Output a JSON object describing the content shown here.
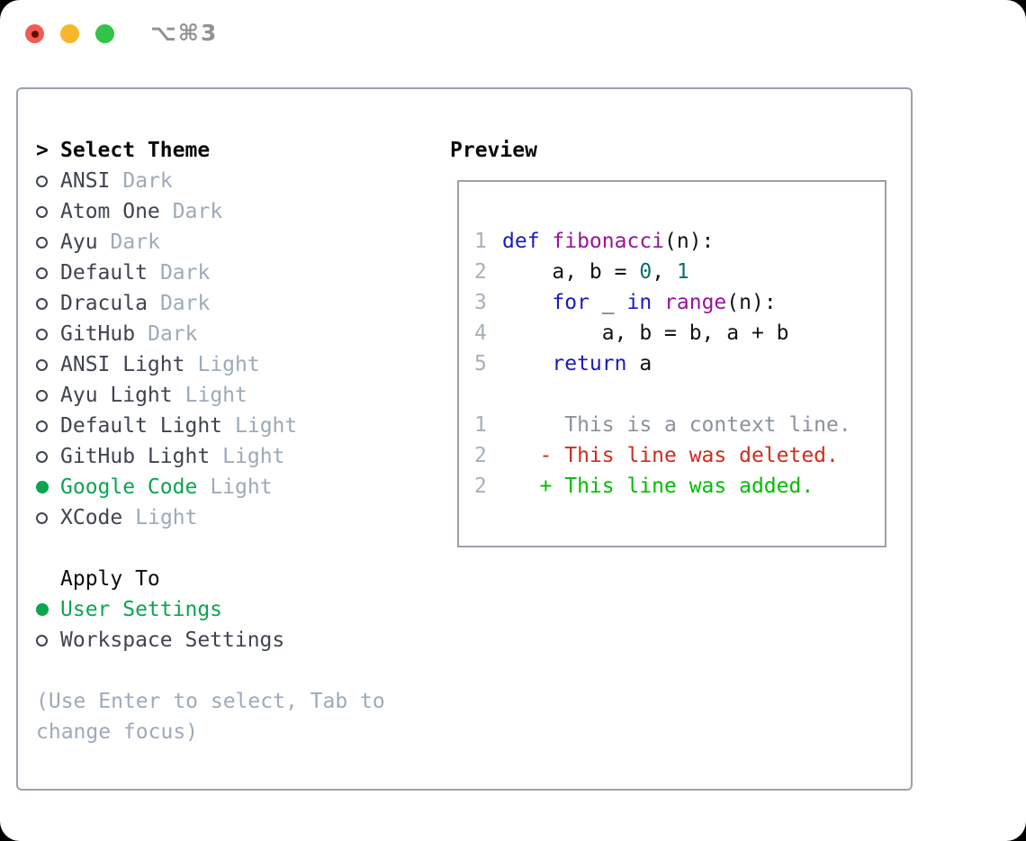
{
  "titlebar": {
    "title": "⌥⌘3"
  },
  "colors": {
    "selected_green": "#0ba550",
    "added_green": "#00bd00",
    "deleted_red": "#cc2d1c",
    "keyword_blue": "#1a1abe",
    "type_purple": "#991499",
    "literal_teal": "#0d6e6e",
    "traffic_red": "#f15b51",
    "traffic_yellow": "#f8b62c",
    "traffic_green": "#33c348"
  },
  "theme_panel": {
    "header_prefix": ">",
    "header": "Select Theme",
    "themes": [
      {
        "name": "ANSI",
        "variant": "Dark",
        "selected": false
      },
      {
        "name": "Atom One",
        "variant": "Dark",
        "selected": false
      },
      {
        "name": "Ayu",
        "variant": "Dark",
        "selected": false
      },
      {
        "name": "Default",
        "variant": "Dark",
        "selected": false
      },
      {
        "name": "Dracula",
        "variant": "Dark",
        "selected": false
      },
      {
        "name": "GitHub",
        "variant": "Dark",
        "selected": false
      },
      {
        "name": "ANSI Light",
        "variant": "Light",
        "selected": false
      },
      {
        "name": "Ayu Light",
        "variant": "Light",
        "selected": false
      },
      {
        "name": "Default Light",
        "variant": "Light",
        "selected": false
      },
      {
        "name": "GitHub Light",
        "variant": "Light",
        "selected": false
      },
      {
        "name": "Google Code",
        "variant": "Light",
        "selected": true
      },
      {
        "name": "XCode",
        "variant": "Light",
        "selected": false
      }
    ],
    "apply_to": {
      "header": "Apply To",
      "options": [
        {
          "name": "User Settings",
          "selected": true
        },
        {
          "name": "Workspace Settings",
          "selected": false
        }
      ]
    },
    "hint_lines": [
      "(Use Enter to select, Tab to",
      "change focus)"
    ]
  },
  "preview_panel": {
    "header": "Preview",
    "lines": [
      {
        "num": "1",
        "tokens": [
          [
            "kwd",
            "def "
          ],
          [
            "typ",
            "fibonacci"
          ],
          [
            "pln",
            "(n):"
          ]
        ]
      },
      {
        "num": "2",
        "tokens": [
          [
            "pln",
            "    a, b = "
          ],
          [
            "lit",
            "0"
          ],
          [
            "pln",
            ", "
          ],
          [
            "lit",
            "1"
          ]
        ]
      },
      {
        "num": "3",
        "tokens": [
          [
            "pln",
            "    "
          ],
          [
            "kwd",
            "for"
          ],
          [
            "pln",
            " _ "
          ],
          [
            "kwd",
            "in"
          ],
          [
            "pln",
            " "
          ],
          [
            "typ",
            "range"
          ],
          [
            "pln",
            "(n):"
          ]
        ]
      },
      {
        "num": "4",
        "tokens": [
          [
            "pln",
            "        a, b = b, a + b"
          ]
        ]
      },
      {
        "num": "5",
        "tokens": [
          [
            "pln",
            "    "
          ],
          [
            "kwd",
            "return"
          ],
          [
            "pln",
            " a"
          ]
        ]
      },
      {
        "num": "",
        "tokens": []
      },
      {
        "num": "1",
        "tokens": [
          [
            "ctx",
            "     This is a context line."
          ]
        ]
      },
      {
        "num": "2",
        "tokens": [
          [
            "del",
            "   - This line was deleted."
          ]
        ]
      },
      {
        "num": "2",
        "tokens": [
          [
            "add",
            "   + This line was added."
          ]
        ]
      }
    ]
  }
}
